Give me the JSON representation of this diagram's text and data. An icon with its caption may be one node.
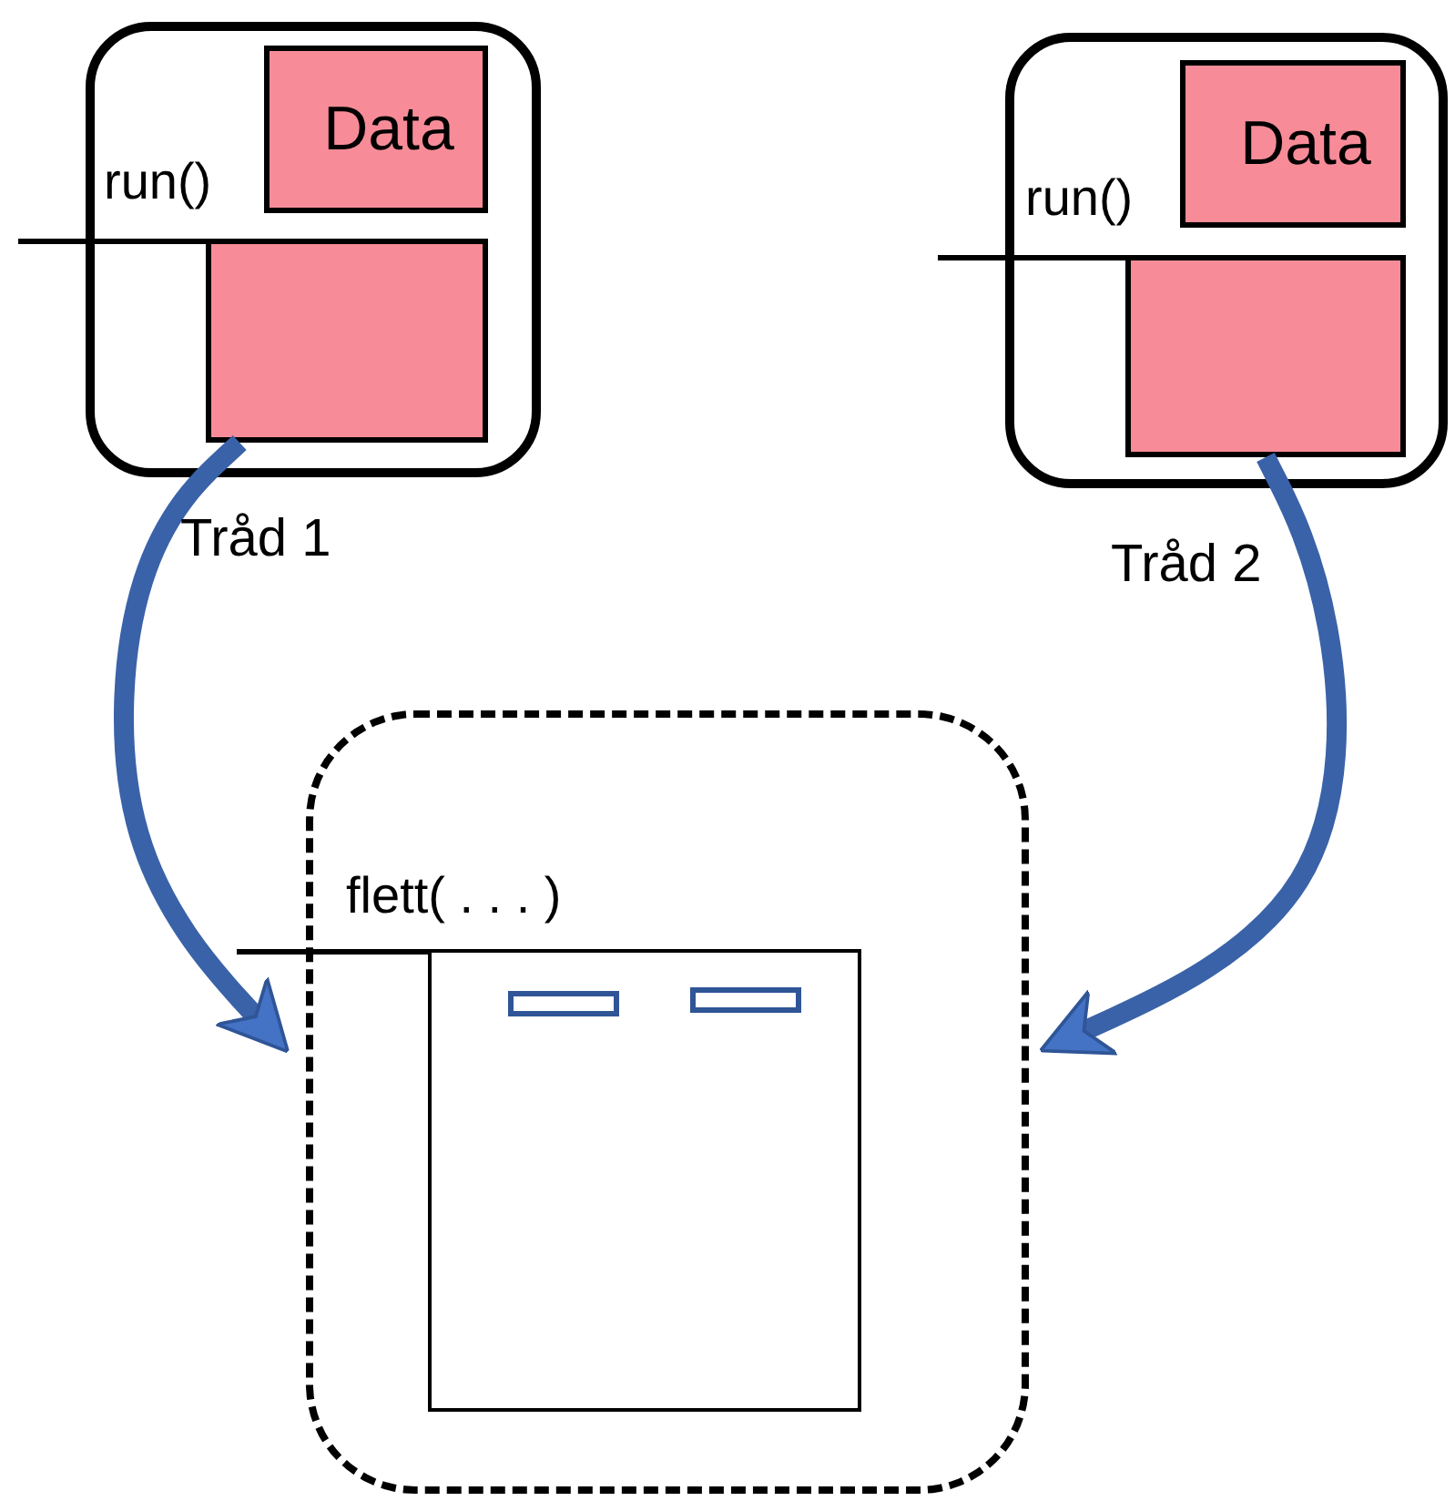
{
  "diagram": {
    "nodes": [
      {
        "text": [
          "Tråd 1"
        ]
      },
      {
        "text": [
          "Data"
        ],
        "in": 0
      },
      {
        "text": [
          "run()"
        ],
        "in": 0
      },
      {
        "text": [
          "Tråd 2"
        ]
      },
      {
        "text": [
          "Data"
        ],
        "in": 3
      },
      {
        "text": [
          "run()"
        ],
        "in": 3
      },
      {
        "text": [],
        "shape": "box"
      },
      {
        "text": [
          "flett( . . . )"
        ],
        "in": 6
      },
      {
        "text": [],
        "shape": "box",
        "in": 7
      },
      {
        "text": [],
        "shape": "box",
        "in": 7
      }
    ],
    "edges": [
      {
        "from": 2,
        "to": 6,
        "arrow": "to"
      },
      {
        "from": 5,
        "to": 6,
        "arrow": "to"
      }
    ]
  }
}
